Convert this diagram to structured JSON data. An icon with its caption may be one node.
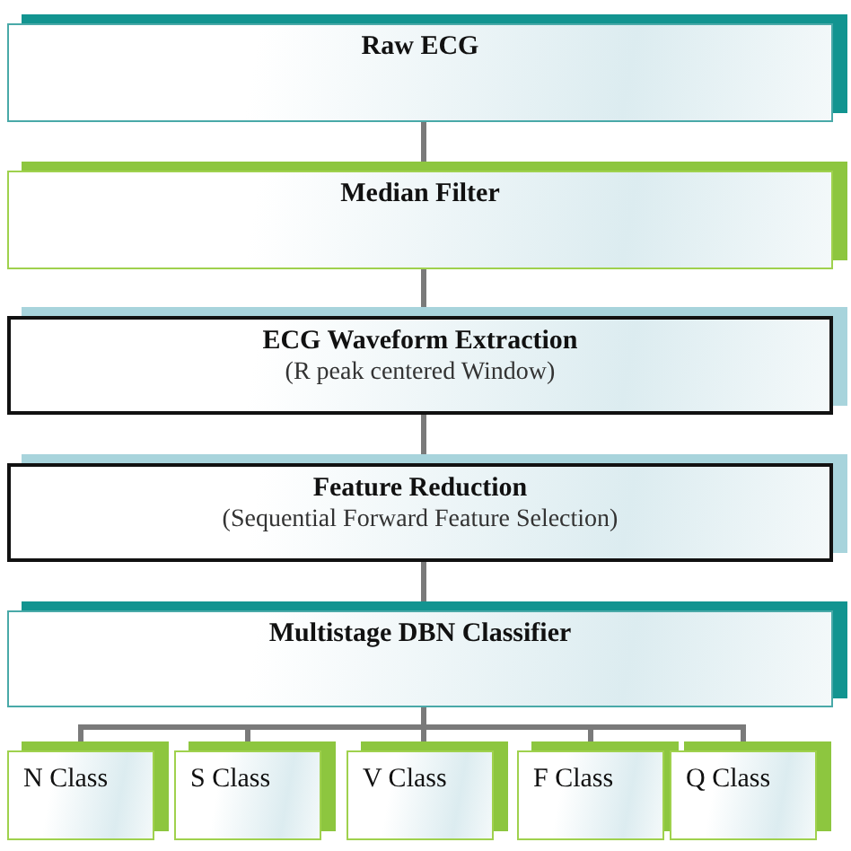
{
  "diagram": {
    "nodes": [
      {
        "text": [
          "Raw ECG"
        ]
      },
      {
        "text": [
          "Median Filter"
        ]
      },
      {
        "text": [
          "ECG Waveform Extraction",
          "(R peak centered Window)"
        ]
      },
      {
        "text": [
          "Feature Reduction",
          "(Sequential Forward Feature Selection)"
        ]
      },
      {
        "text": [
          "Multistage DBN Classifier"
        ]
      },
      {
        "text": [
          "N Class"
        ]
      },
      {
        "text": [
          "S Class"
        ]
      },
      {
        "text": [
          "V Class"
        ]
      },
      {
        "text": [
          "F Class"
        ]
      },
      {
        "text": [
          "Q Class"
        ]
      }
    ],
    "edges": [
      {
        "from": 0,
        "to": 1,
        "arrow": "none"
      },
      {
        "from": 1,
        "to": 2,
        "arrow": "none"
      },
      {
        "from": 2,
        "to": 3,
        "arrow": "none"
      },
      {
        "from": 3,
        "to": 4,
        "arrow": "none"
      },
      {
        "from": 4,
        "to": 5,
        "arrow": "none"
      },
      {
        "from": 4,
        "to": 6,
        "arrow": "none"
      },
      {
        "from": 4,
        "to": 7,
        "arrow": "none"
      },
      {
        "from": 4,
        "to": 8,
        "arrow": "none"
      },
      {
        "from": 4,
        "to": 9,
        "arrow": "none"
      }
    ]
  }
}
